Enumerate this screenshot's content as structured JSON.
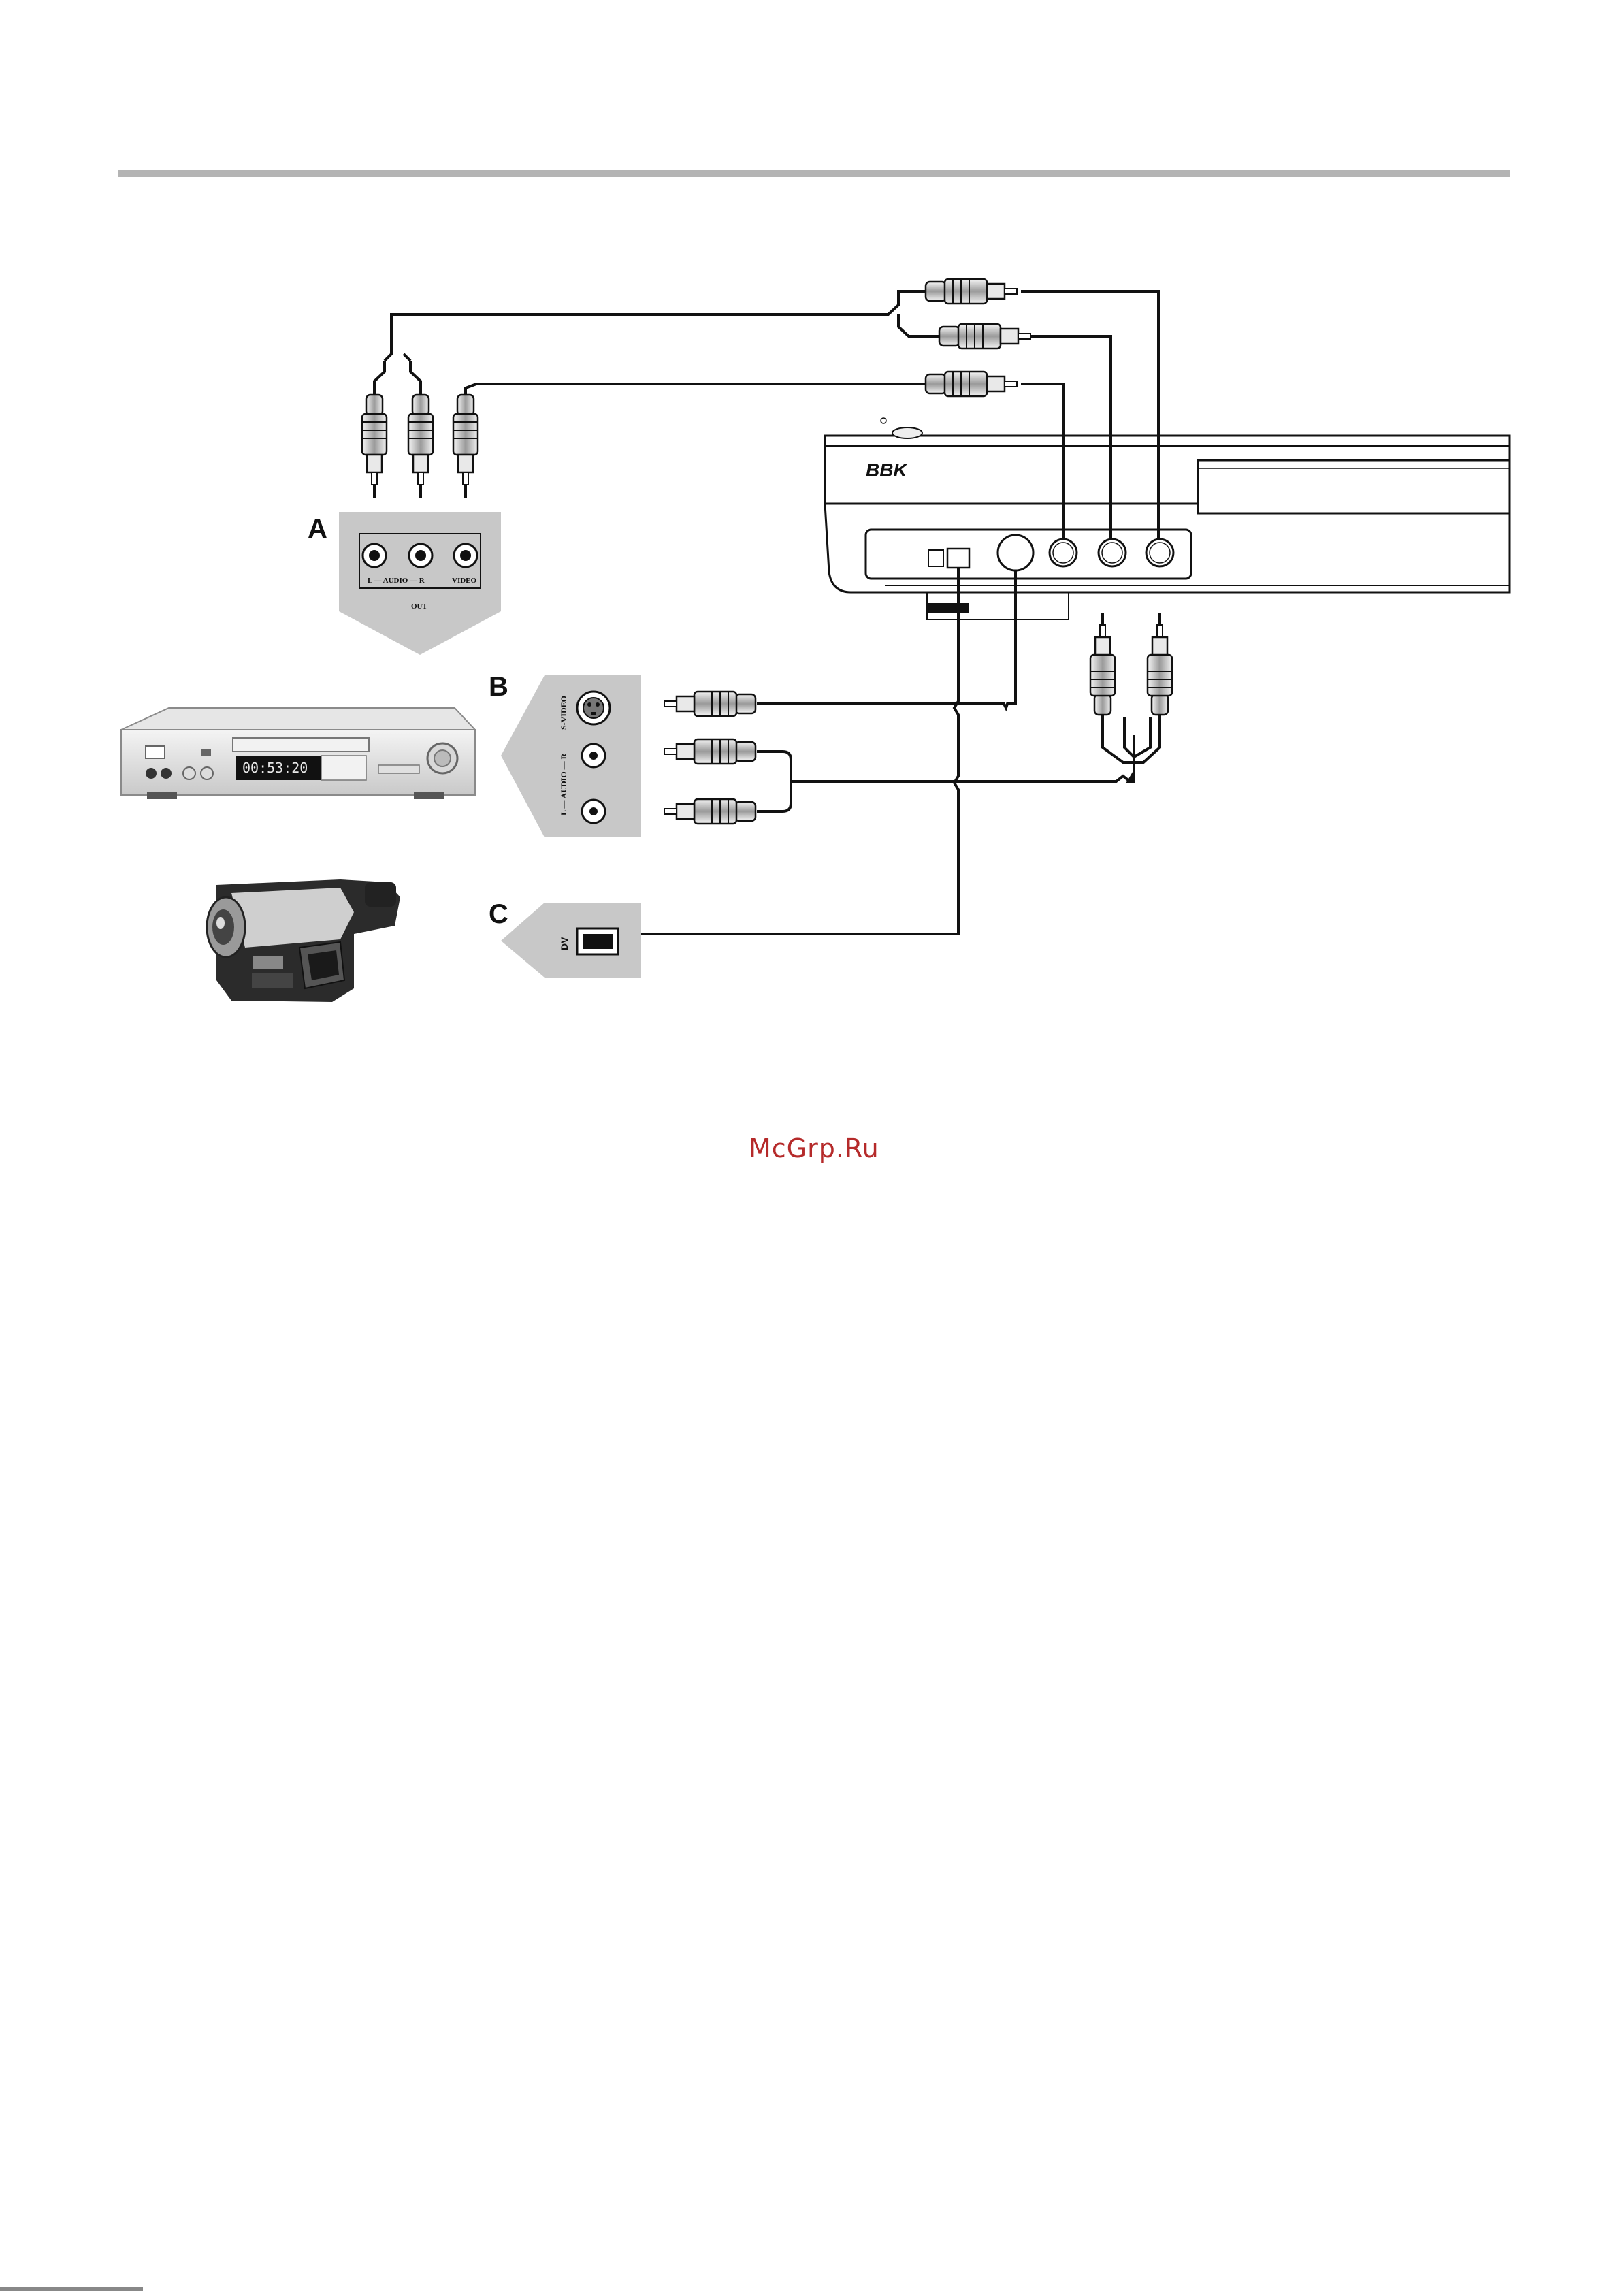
{
  "connection_labels": {
    "a": "A",
    "b": "B",
    "c": "C"
  },
  "panel_a": {
    "audio_label": "L — AUDIO — R",
    "video_label": "VIDEO",
    "out_label": "OUT"
  },
  "panel_b": {
    "svideo_label": "S-VIDEO",
    "audio_label": "L — AUDIO — R"
  },
  "panel_c": {
    "dv_label": "DV"
  },
  "player": {
    "brand": "BBK"
  },
  "recorder": {
    "display": "00:53:20"
  },
  "watermark": "McGrp.Ru",
  "colors": {
    "panel_gray": "#c8c8c8",
    "rule_gray": "#b4b4b4",
    "watermark": "#b52a2a"
  }
}
